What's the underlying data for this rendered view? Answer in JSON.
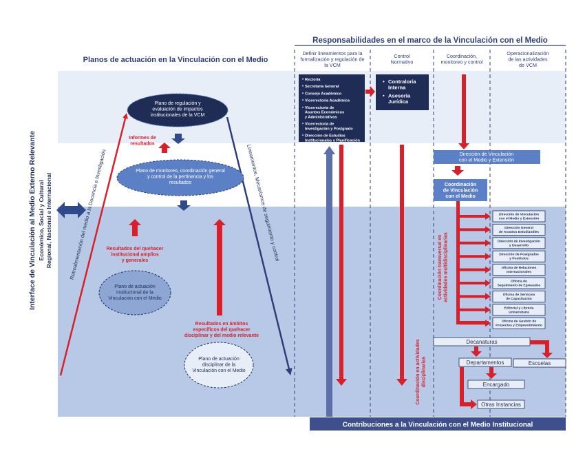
{
  "header": {
    "left_title": "Planos de actuación en la Vinculación con el Medio",
    "right_title": "Responsabilidades en el marco de la Vinculación con el Medio",
    "columns": [
      [
        "Definir lineamientos para la",
        "formalización y regulación de",
        "la VCM"
      ],
      [
        "Control",
        "Normativo"
      ],
      [
        "Coordinación,",
        "monitoreo y control"
      ],
      [
        "Operacionalización",
        "de las actividades",
        "de VCM"
      ]
    ]
  },
  "side_label": {
    "line1": "Interface de Vinculación al Medio Externo Relevante",
    "line2": "Económico, Social y Cultural",
    "line3": "Regional, Nacional e Internacional"
  },
  "left_arrow_label": "Retroalimentación del medio a la Docencia e Investigación",
  "right_arrow_label": "Lineamientos, Mecanismos de seguimiento y control",
  "planes": {
    "regulacion": [
      "Plano de regulación y",
      "evaluación de impactos",
      "institucionales de la VCM"
    ],
    "monitoreo": [
      "Plano de monitoreo, coordinación general",
      "y control de la pertinencia y los",
      "resultados"
    ],
    "institucional": [
      "Plano de actuación",
      "institucional de la",
      "Vinculación con el Medio"
    ],
    "disciplinar": [
      "Plano de actuación",
      "disciplinar de la",
      "Vinculación con el Medio"
    ]
  },
  "red_labels": {
    "informes": [
      "Informes de",
      "resultados"
    ],
    "resultados_amplios": [
      "Resultados del quehacer",
      "institucional amplios",
      "y generales"
    ],
    "resultados_especificos": [
      "Resultados en ámbitos",
      "específicos del quehacer",
      "disciplinar y del medio relevante"
    ]
  },
  "rectoria_list": [
    [
      "Rectoría"
    ],
    [
      "Secretaría General"
    ],
    [
      "Consejo Académico"
    ],
    [
      "Vicerrectoría Académica"
    ],
    [
      "Vicerrectoría de",
      "Asuntos Económicos",
      "y Administrativos"
    ],
    [
      "Vicerrectoría de",
      "Investigación y Postgrado"
    ],
    [
      "Dirección de Estudios",
      "Institucionales y Planificación"
    ]
  ],
  "contraloria_list": [
    [
      "Contraloría",
      "Interna"
    ],
    [
      "Asesoría",
      "Jurídica"
    ]
  ],
  "direccion_vcm": [
    "Dirección de Vinculación",
    "con el Medio y Extensión"
  ],
  "coordinacion_vcm": [
    "Coordinación",
    "de Vinculación",
    "con el Medio"
  ],
  "transversal_label": [
    "Coordinación transversal en",
    "actividades multidisciplinarias"
  ],
  "disciplinarias_label": [
    "Coordinación en actividades",
    "disciplinarias"
  ],
  "offices": [
    [
      "Dirección de Vinculación",
      "con el Medio y Extensión"
    ],
    [
      "Dirección General",
      "de Asuntos Estudiantiles"
    ],
    [
      "Dirección de Investigación",
      "y Desarrollo"
    ],
    [
      "Dirección de Postgrados",
      "y Postítulos"
    ],
    [
      "Oficina de Relaciones",
      "Internacionales"
    ],
    [
      "Oficina de",
      "Seguimiento de Egresados"
    ],
    [
      "Oficina de Servicios",
      "de Capacitación"
    ],
    [
      "Editorial y Librería",
      "Universitaria"
    ],
    [
      "Oficina de Gestión de",
      "Proyectos y Emprendimiento"
    ]
  ],
  "units": {
    "decanaturas": "Decanaturas",
    "departamentos": "Departamentos",
    "escuelas": "Escuelas",
    "encargado": "Encargado",
    "otras": "Otras Instancias"
  },
  "footer": "Contribuciones a la Vinculación con el Medio Institucional",
  "colors": {
    "band_top": "#e8eef8",
    "band_bottom": "#b7c9e6",
    "navy": "#1f2d56",
    "mid_blue": "#5c80c5",
    "red": "#d8202a",
    "dark_blue": "#2e3e78"
  }
}
